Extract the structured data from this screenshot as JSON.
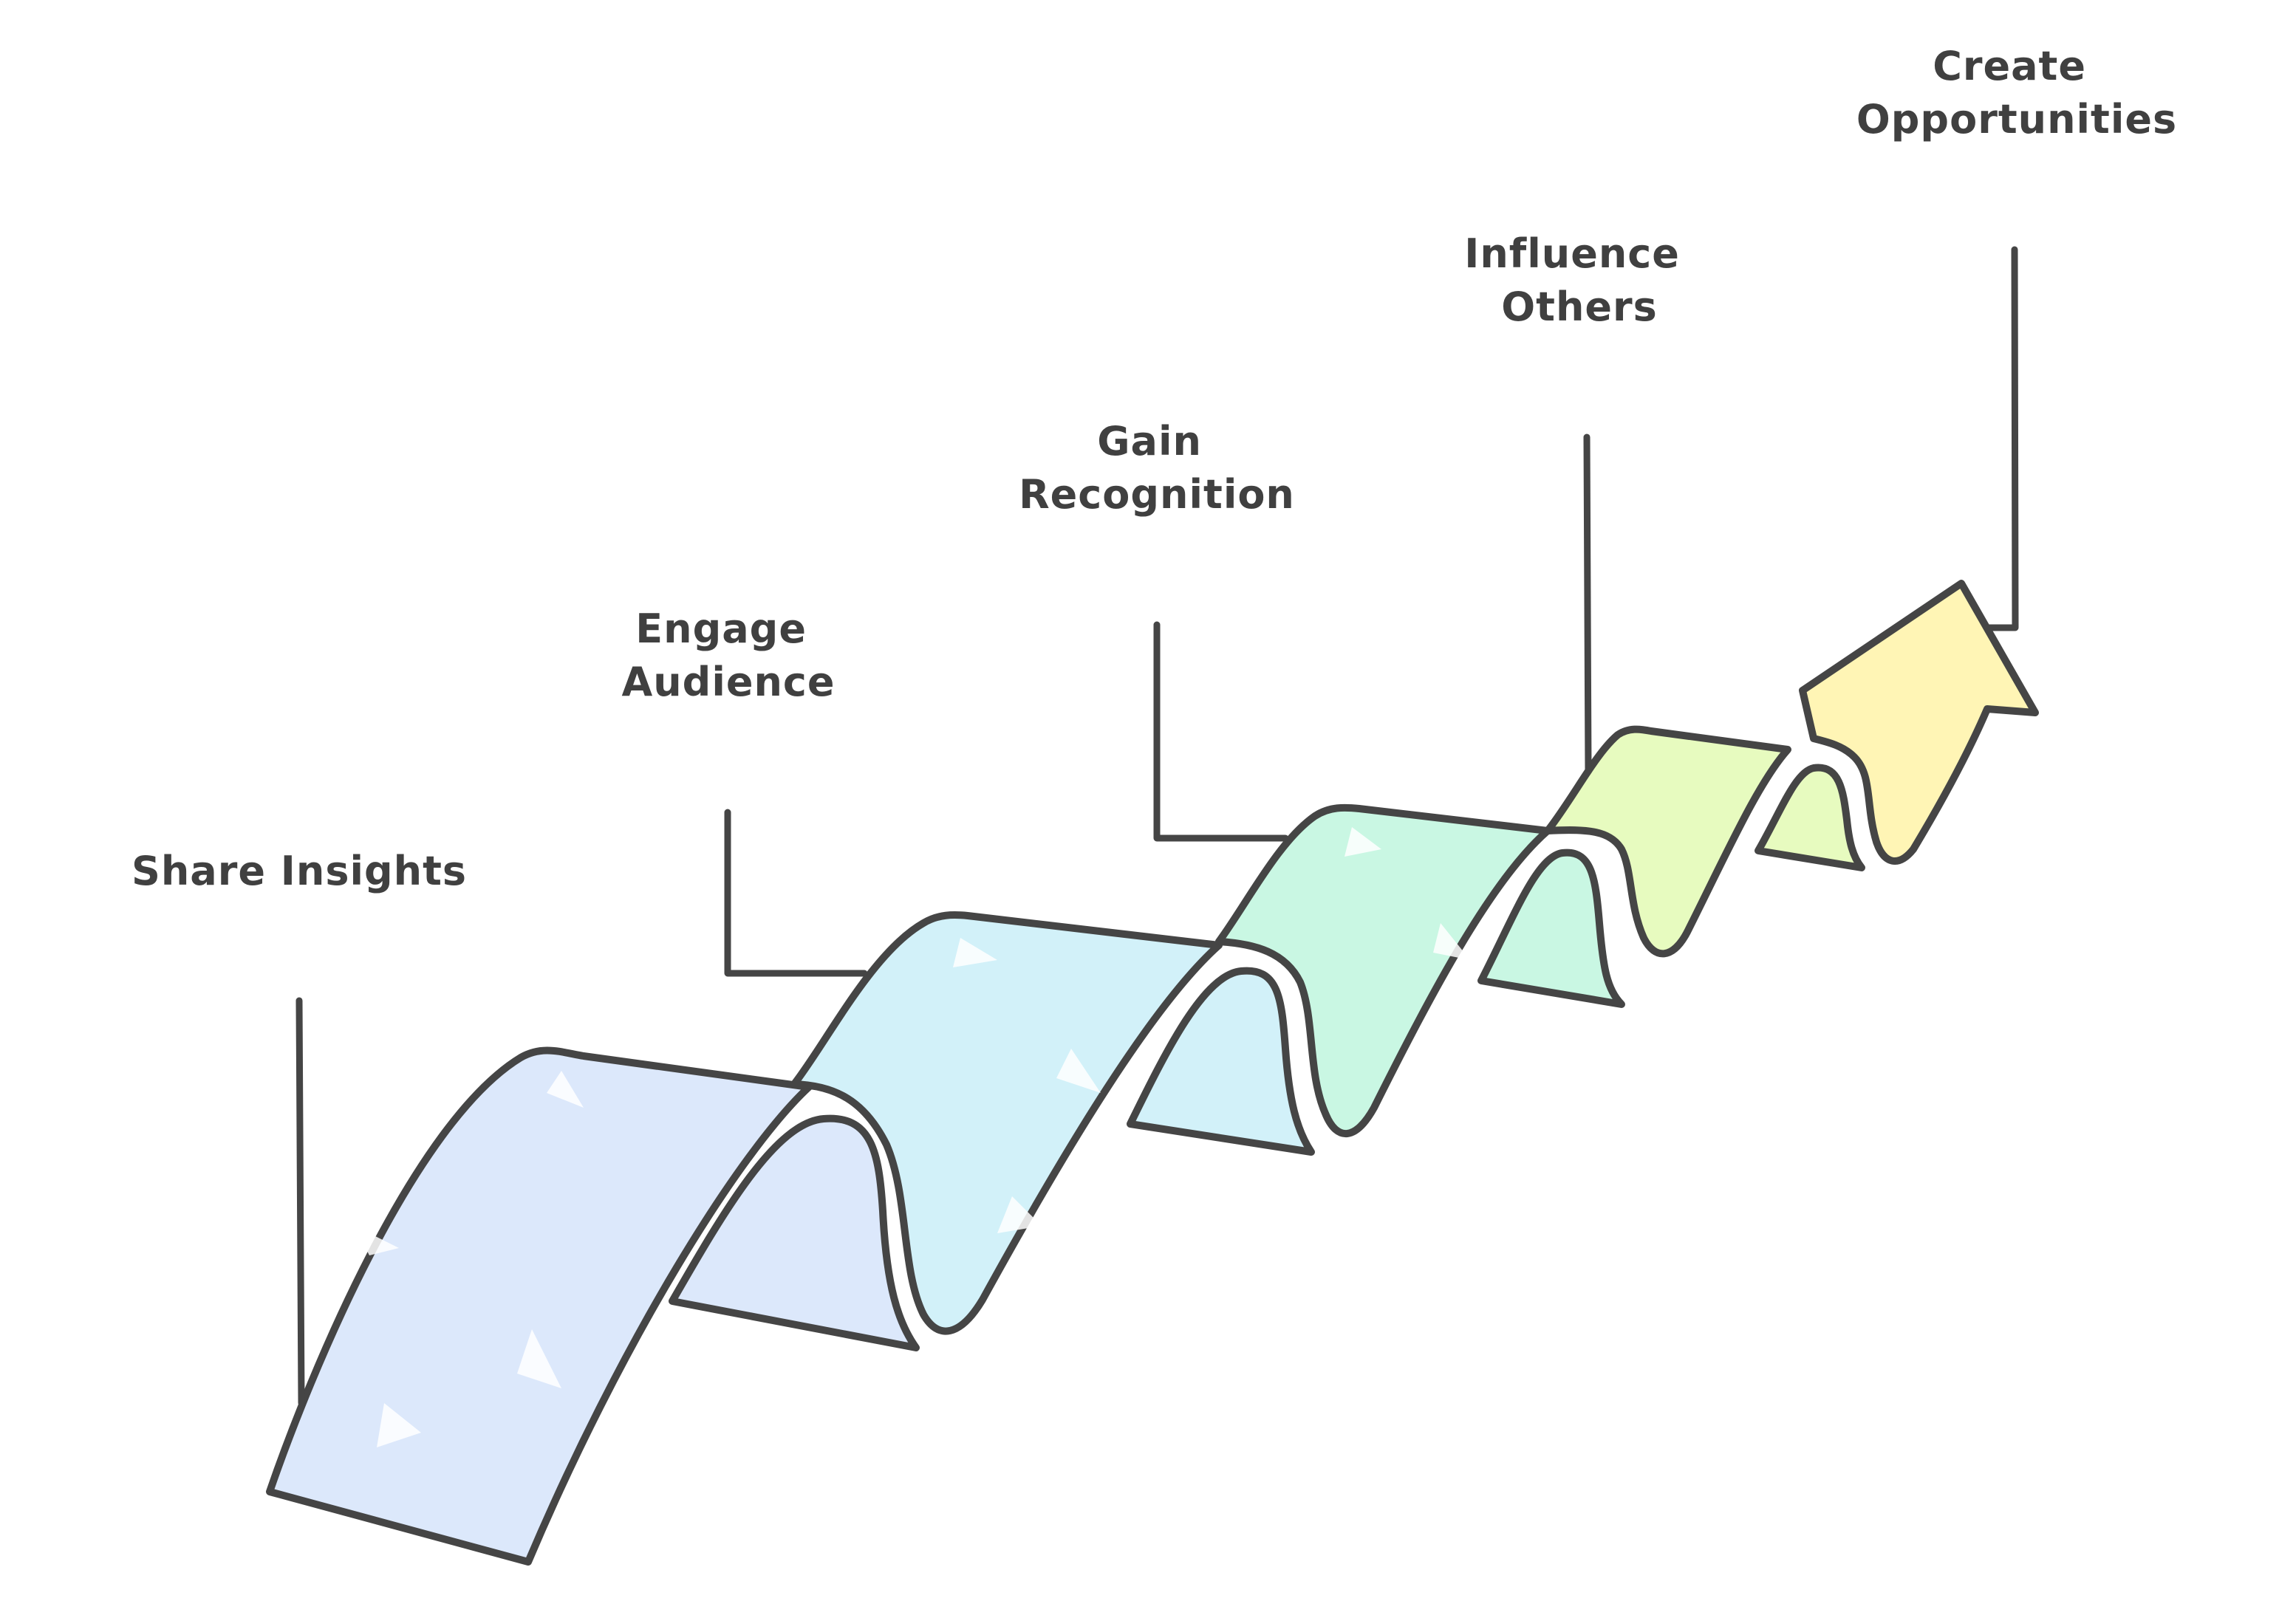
{
  "diagram": {
    "stages": [
      {
        "label_lines": [
          "Share Insights"
        ],
        "color": "#dce8fb"
      },
      {
        "label_lines": [
          "Engage",
          "Audience"
        ],
        "color": "#d2f1f9"
      },
      {
        "label_lines": [
          "Gain",
          "Recognition"
        ],
        "color": "#c9f7e3"
      },
      {
        "label_lines": [
          "Influence",
          "Others"
        ],
        "color": "#e7fbbf"
      },
      {
        "label_lines": [
          "Create",
          "Opportunities"
        ],
        "color": "#fff5b5"
      }
    ],
    "stroke_color": "#454545",
    "text_color": "#404040"
  }
}
